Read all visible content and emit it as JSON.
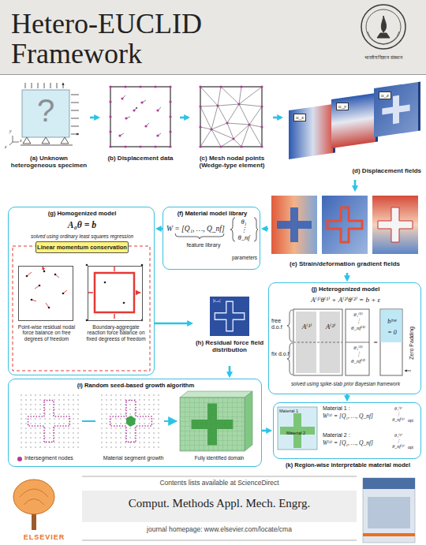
{
  "diagram": {
    "title": "Hetero-EUCLID Framework",
    "nodes": [
      {
        "text": [
          "?",
          "(a) Unknown heterogeneous specimen"
        ]
      },
      {
        "text": [
          "(b) Displacement data"
        ]
      },
      {
        "text": [
          "(c) Mesh nodal points (Wedge-type element)"
        ]
      },
      {
        "text": [
          "u_x",
          "u_y",
          "u_z",
          "(d) Displacement fields"
        ]
      },
      {
        "text": [
          "(e) Strain/deformation gradient fields"
        ]
      },
      {
        "text": [
          "(f) Material model library",
          "W = [Q₁, …, Q_nf]",
          "θ₁ ⋮ θ_nf",
          "feature library",
          "parameters"
        ]
      },
      {
        "text": [
          "(g) Homogenized model",
          "A₀θ = b",
          "solved using ordinary least squares regression"
        ]
      },
      {
        "text": [
          "Linear momentum conservation"
        ],
        "in": 6
      },
      {
        "text": [
          "Point-wise residual nodal force balance on free degrees of freedom"
        ],
        "in": 6
      },
      {
        "text": [
          "Boundary-aggregate reaction force balance on fixed degreess of freedom"
        ],
        "in": 6
      },
      {
        "text": [
          "|rᵣₑₛ|",
          "(h) Residual force field distribution"
        ]
      },
      {
        "text": [
          "(j) Heterogenized model",
          "A⁽¹⁾θ⁽¹⁾ + A⁽²⁾θ⁽²⁾ = b + ε",
          "free d.o.f",
          "fix d.o.f",
          "A⁽¹⁾",
          "A⁽²⁾",
          "θ₁⁽¹⁾ ⋮ θ_nf⁽¹⁾",
          "θ₁⁽²⁾ ⋮ θ_nf⁽²⁾",
          "=",
          "bᶠʳᵉᵉ",
          "= 0",
          "Zero Padding",
          "solved using spike-slab prior Bayesian framework"
        ]
      },
      {
        "text": [
          "(i) Random seed-based growth algorithm",
          "Material segment growth",
          "Fully identified domain"
        ]
      },
      {
        "text": [
          "(k) Region-wise interpretable material model",
          "Material 1",
          "Material 2",
          "Material 1 :",
          "W⁽¹⁾ = [Q₁, …, Q_nf]",
          "θ₁⁽¹⁾ ⋮ θ_nf⁽¹⁾",
          "opt",
          "Material 2 :",
          "W⁽²⁾ = [Q₁, …, Q_nf]",
          "θ₁⁽²⁾ ⋮ θ_nf⁽²⁾",
          "opt"
        ]
      }
    ],
    "edges": [
      {
        "from": 0,
        "to": 1,
        "arrow": "to"
      },
      {
        "from": 1,
        "to": 2,
        "arrow": "to"
      },
      {
        "from": 2,
        "to": 3,
        "arrow": "to"
      },
      {
        "from": 3,
        "to": 4,
        "arrow": "to"
      },
      {
        "from": 4,
        "to": 5,
        "arrow": "to"
      },
      {
        "from": 5,
        "to": 6,
        "arrow": "to"
      },
      {
        "from": 6,
        "to": 10,
        "arrow": "to"
      },
      {
        "from": 10,
        "to": 12,
        "arrow": "to"
      },
      {
        "from": 4,
        "to": 11,
        "arrow": "to"
      },
      {
        "from": 12,
        "to": 13,
        "arrow": "to"
      },
      {
        "from": 11,
        "to": 13,
        "arrow": "to"
      }
    ],
    "labels": [
      "भारतीय विज्ञान संस्थान",
      "y",
      "x",
      "z",
      "Contents lists available at ScienceDirect",
      "Comput. Methods Appl. Mech. Engrg.",
      "journal homepage: www.elsevier.com/locate/cma",
      "ELSEVIER"
    ],
    "legend": [
      {
        "text": "Intersegment nodes",
        "color": "#b23a9a"
      }
    ]
  }
}
